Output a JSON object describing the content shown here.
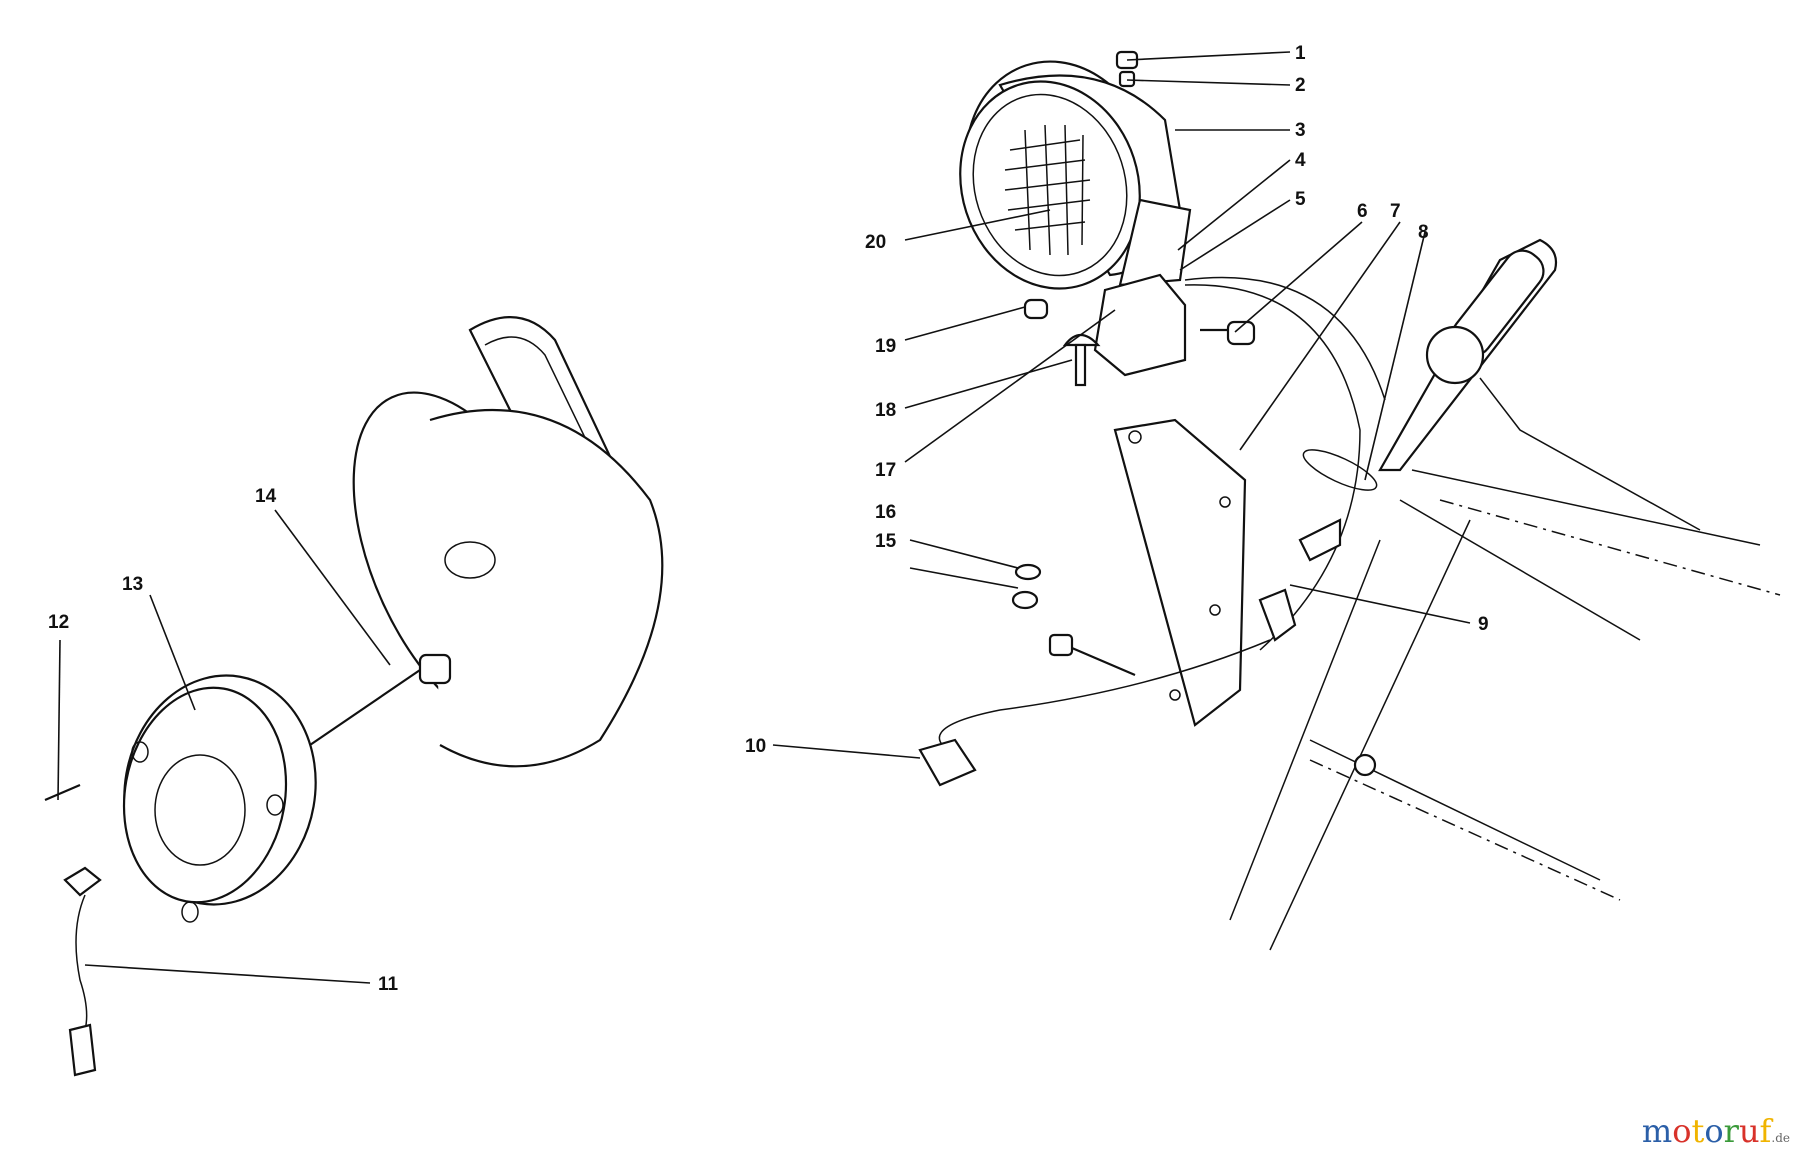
{
  "labels": [
    "1",
    "2",
    "3",
    "4",
    "5",
    "6",
    "7",
    "8",
    "9",
    "10",
    "11",
    "12",
    "13",
    "14",
    "15",
    "16",
    "17",
    "18",
    "19",
    "20"
  ],
  "watermark": {
    "letters": [
      "m",
      "o",
      "t",
      "o",
      "r",
      "u",
      "f"
    ],
    "colors": [
      "#2b5fa8",
      "#d8322a",
      "#f0b400",
      "#2b5fa8",
      "#3a9a3a",
      "#d8322a",
      "#f0b400"
    ],
    "suffix": ".de"
  }
}
